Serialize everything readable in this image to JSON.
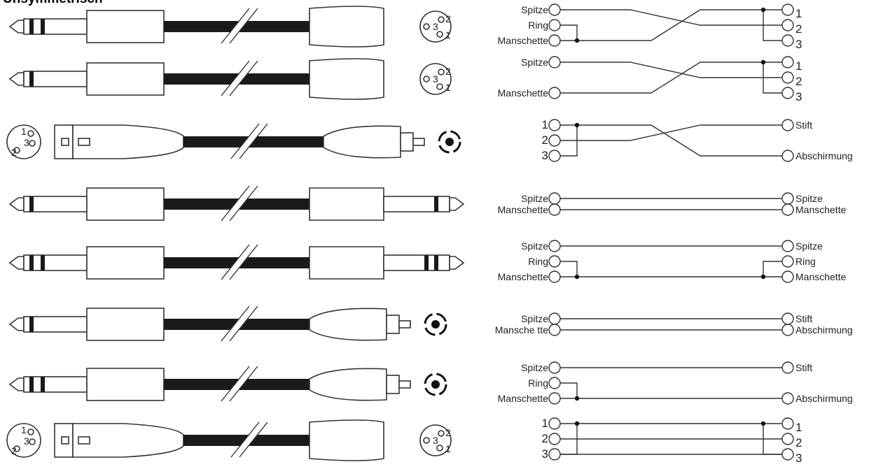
{
  "title": "Unsymmetrisch",
  "rows": [
    {
      "left": [
        "Spitze",
        "Ring",
        "Manschette"
      ],
      "left_nums": false,
      "right": [
        "1",
        "2",
        "3"
      ],
      "right_nums": true
    },
    {
      "left": [
        "Spitze",
        "",
        "Manschette"
      ],
      "left_nums": false,
      "right": [
        "1",
        "2",
        "3"
      ],
      "right_nums": true
    },
    {
      "left": [
        "1",
        "2",
        "3"
      ],
      "left_nums": true,
      "right": [
        "Stift",
        "",
        "Abschirmung"
      ],
      "right_nums": false
    },
    {
      "left": [
        "Spitze",
        "Manschette"
      ],
      "left_nums": false,
      "right": [
        "Spitze",
        "Manschette"
      ],
      "right_nums": false
    },
    {
      "left": [
        "Spitze",
        "Ring",
        "Manschette"
      ],
      "left_nums": false,
      "right": [
        "Spitze",
        "Ring",
        "Manschette"
      ],
      "right_nums": false
    },
    {
      "left": [
        "Spitze",
        "Mansche tte"
      ],
      "left_nums": false,
      "right": [
        "Stift",
        "Abschirmung"
      ],
      "right_nums": false
    },
    {
      "left": [
        "Spitze",
        "Ring",
        "Manschette"
      ],
      "left_nums": false,
      "right": [
        "Stift",
        "",
        "Abschirmung"
      ],
      "right_nums": false
    },
    {
      "left": [
        "1",
        "2",
        "3"
      ],
      "left_nums": true,
      "right": [
        "1",
        "2",
        "3"
      ],
      "right_nums": true
    }
  ],
  "xlr_pin_labels": [
    "1",
    "2",
    "3"
  ]
}
